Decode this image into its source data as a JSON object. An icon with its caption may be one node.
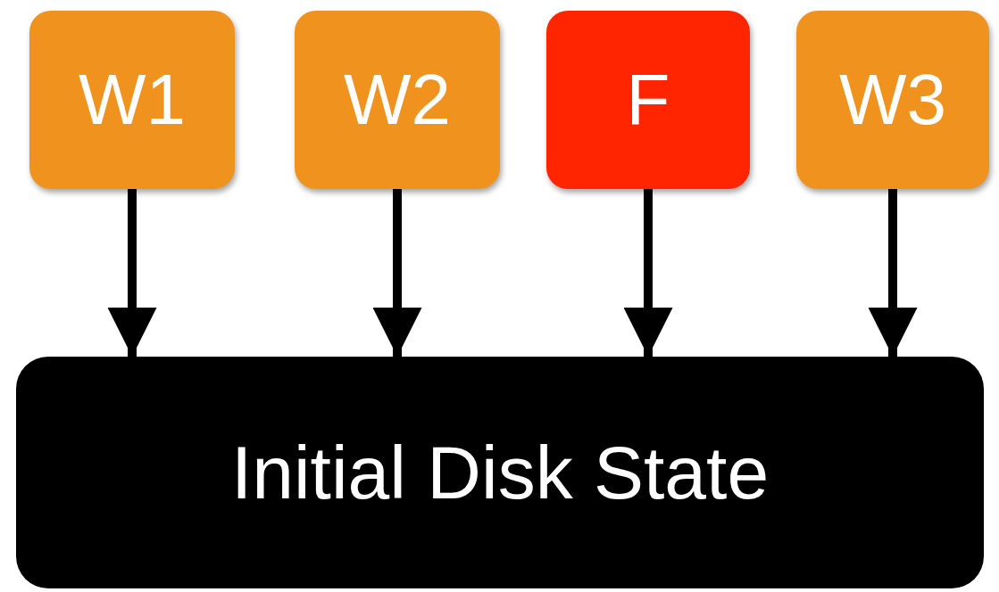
{
  "diagram": {
    "nodes": [
      {
        "text": [
          "W1"
        ]
      },
      {
        "text": [
          "W2"
        ]
      },
      {
        "text": [
          "F"
        ]
      },
      {
        "text": [
          "W3"
        ]
      },
      {
        "text": [
          "Initial Disk State"
        ]
      }
    ],
    "edges": [
      {
        "from": 0,
        "to": 4,
        "arrow": "to"
      },
      {
        "from": 1,
        "to": 4,
        "arrow": "to"
      },
      {
        "from": 2,
        "to": 4,
        "arrow": "to"
      },
      {
        "from": 3,
        "to": 4,
        "arrow": "to"
      }
    ]
  }
}
